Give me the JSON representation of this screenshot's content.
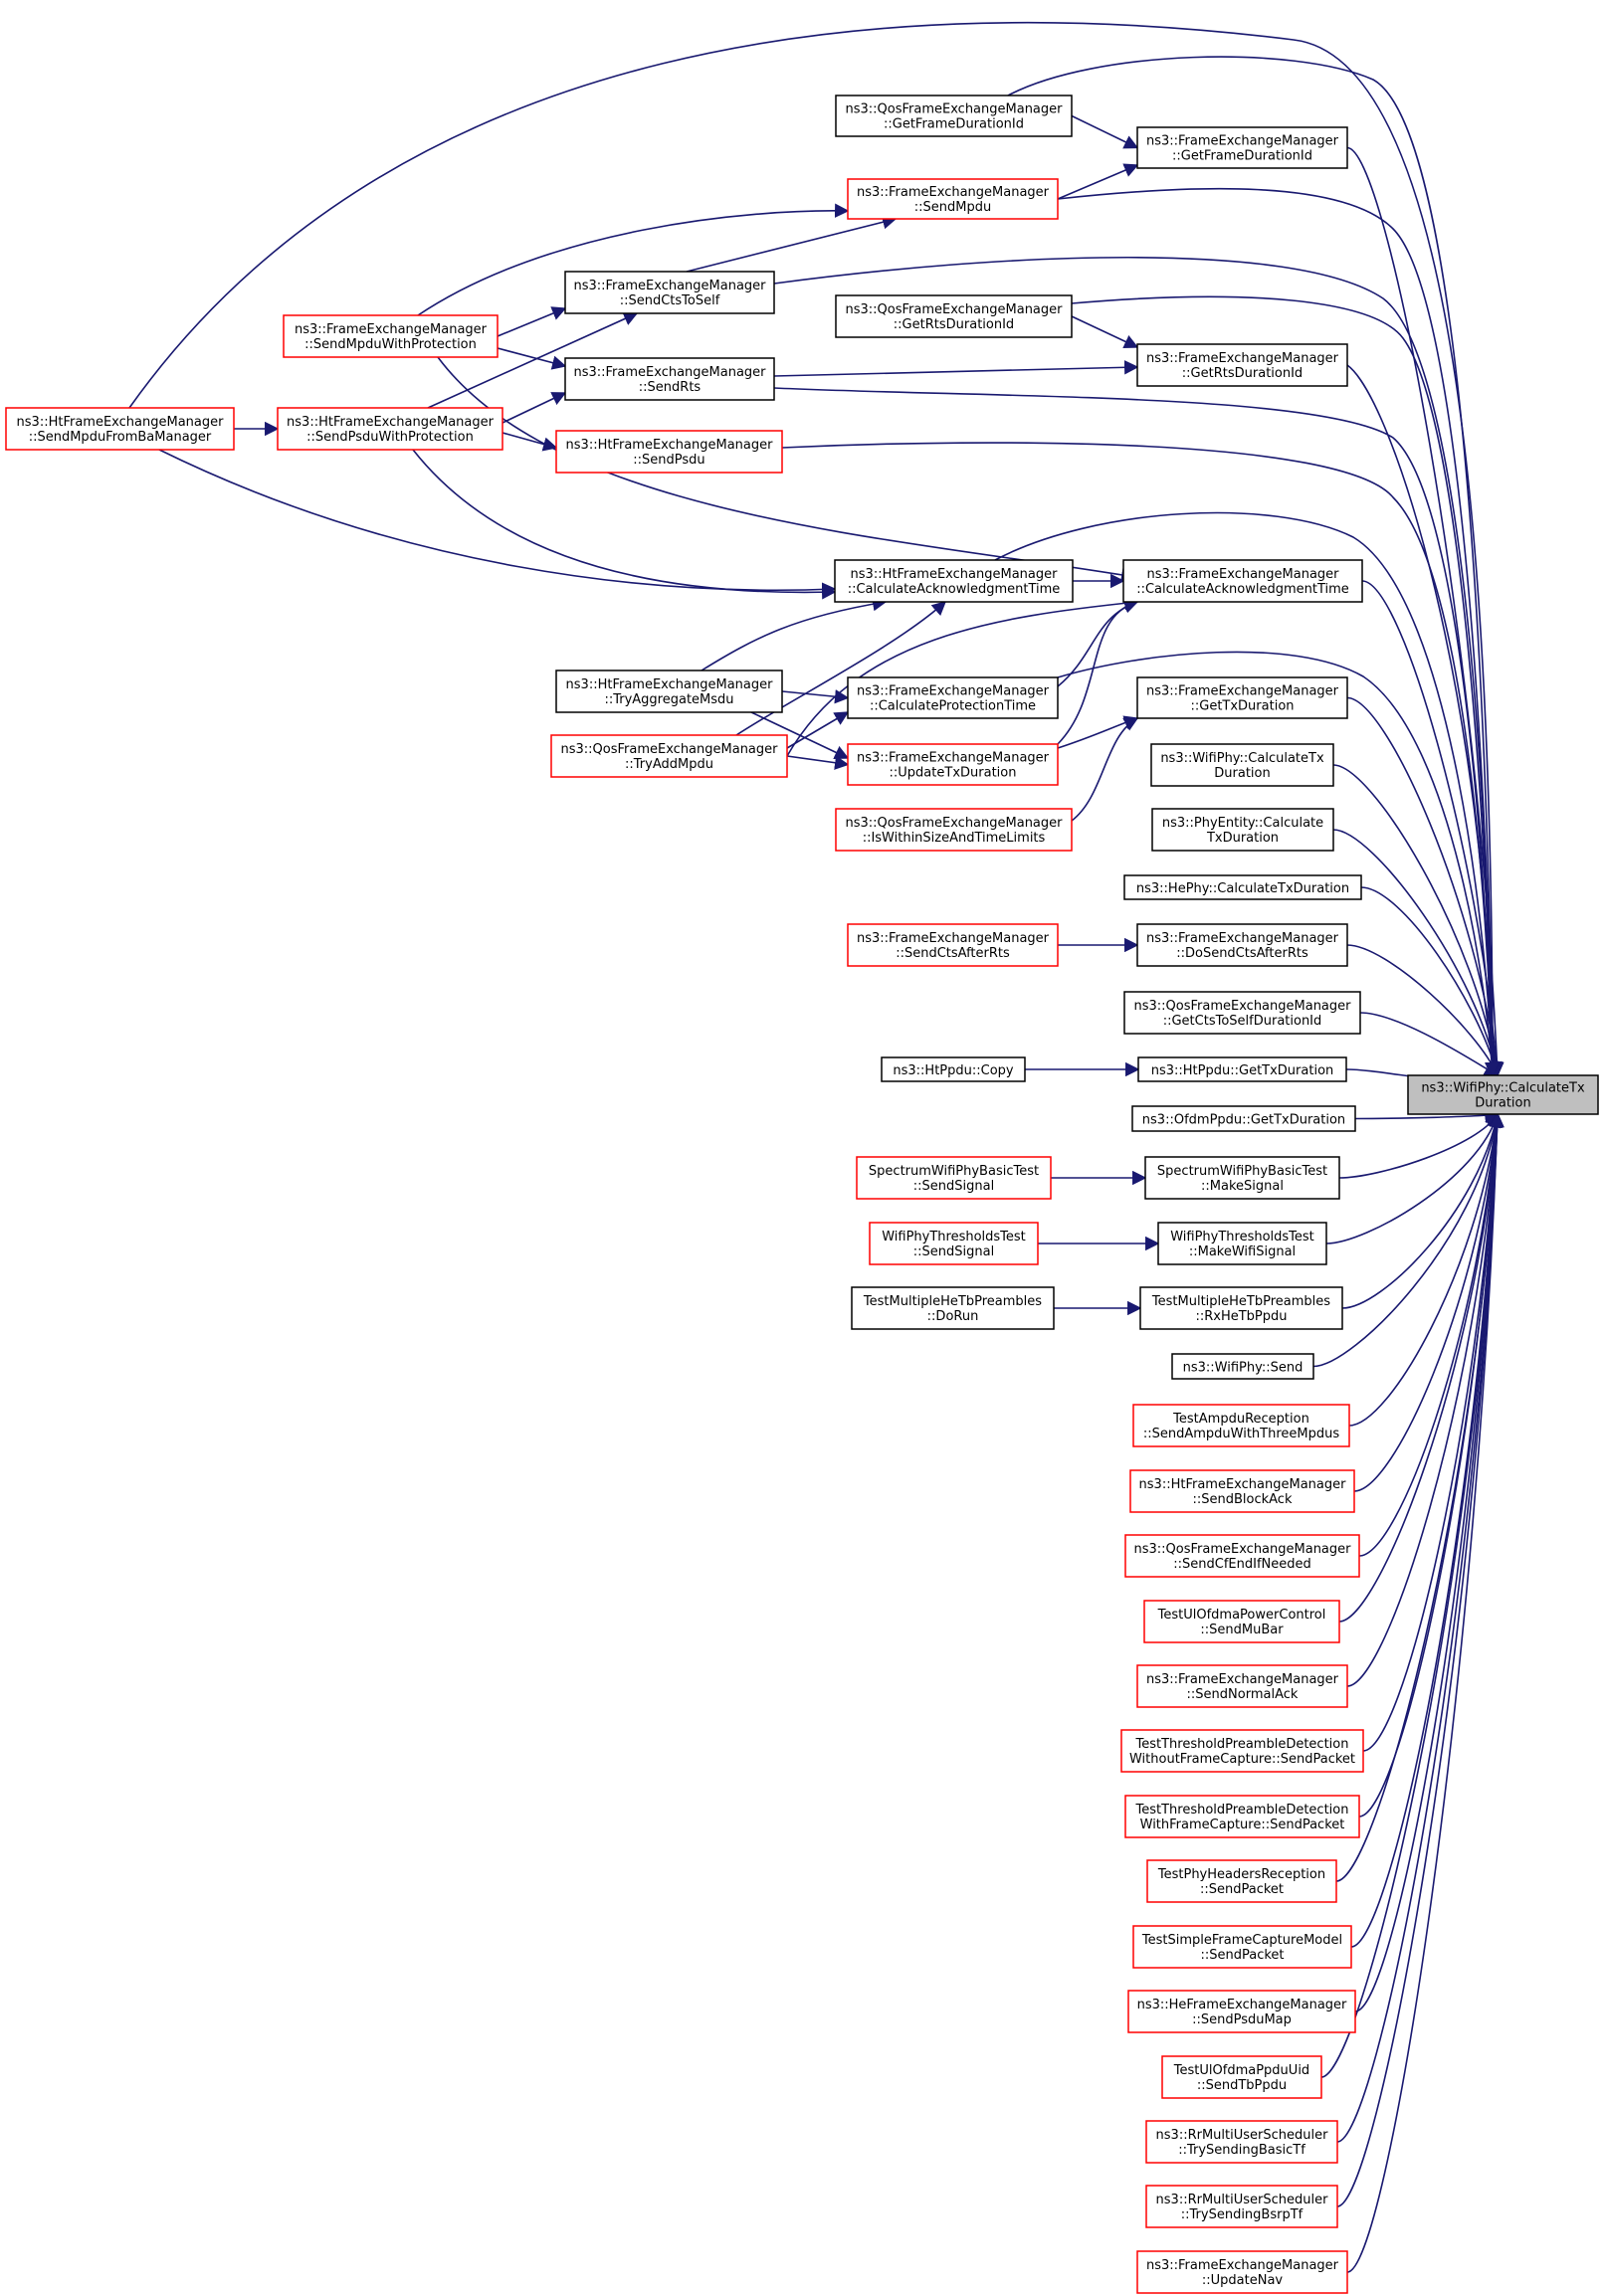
{
  "diagram": {
    "type": "call-graph",
    "colors": {
      "edge": "#191970",
      "border_default": "#000000",
      "border_truncated": "#ff0000",
      "root_fill": "#bfbfbf"
    },
    "nodes": [
      {
        "id": "root",
        "lines": [
          "ns3::WifiPhy::CalculateTx",
          "Duration"
        ],
        "style": "root"
      },
      {
        "id": "ht_fromba",
        "lines": [
          "ns3::HtFrameExchangeManager",
          "::SendMpduFromBaManager"
        ],
        "style": "red"
      },
      {
        "id": "fem_sendmpduprot",
        "lines": [
          "ns3::FrameExchangeManager",
          "::SendMpduWithProtection"
        ],
        "style": "red"
      },
      {
        "id": "ht_sendpsduprot",
        "lines": [
          "ns3::HtFrameExchangeManager",
          "::SendPsduWithProtection"
        ],
        "style": "red"
      },
      {
        "id": "fem_ctstoself",
        "lines": [
          "ns3::FrameExchangeManager",
          "::SendCtsToSelf"
        ],
        "style": "black"
      },
      {
        "id": "fem_sendrts",
        "lines": [
          "ns3::FrameExchangeManager",
          "::SendRts"
        ],
        "style": "black"
      },
      {
        "id": "ht_trymsdu",
        "lines": [
          "ns3::HtFrameExchangeManager",
          "::TryAggregateMsdu"
        ],
        "style": "black"
      },
      {
        "id": "qos_tryaddmpdu",
        "lines": [
          "ns3::QosFrameExchangeManager",
          "::TryAddMpdu"
        ],
        "style": "red"
      },
      {
        "id": "qos_getfdi",
        "lines": [
          "ns3::QosFrameExchangeManager",
          "::GetFrameDurationId"
        ],
        "style": "black"
      },
      {
        "id": "fem_sendmpdu",
        "lines": [
          "ns3::FrameExchangeManager",
          "::SendMpdu"
        ],
        "style": "red"
      },
      {
        "id": "qos_getrdi",
        "lines": [
          "ns3::QosFrameExchangeManager",
          "::GetRtsDurationId"
        ],
        "style": "black"
      },
      {
        "id": "ht_sendpsdu",
        "lines": [
          "ns3::HtFrameExchangeManager",
          "::SendPsdu"
        ],
        "style": "red"
      },
      {
        "id": "ht_calcack",
        "lines": [
          "ns3::HtFrameExchangeManager",
          "::CalculateAcknowledgmentTime"
        ],
        "style": "black"
      },
      {
        "id": "fem_calcprot",
        "lines": [
          "ns3::FrameExchangeManager",
          "::CalculateProtectionTime"
        ],
        "style": "black"
      },
      {
        "id": "fem_updatetx",
        "lines": [
          "ns3::FrameExchangeManager",
          "::UpdateTxDuration"
        ],
        "style": "red"
      },
      {
        "id": "qos_iswithin",
        "lines": [
          "ns3::QosFrameExchangeManager",
          "::IsWithinSizeAndTimeLimits"
        ],
        "style": "red"
      },
      {
        "id": "fem_sendctsafter",
        "lines": [
          "ns3::FrameExchangeManager",
          "::SendCtsAfterRts"
        ],
        "style": "red"
      },
      {
        "id": "htppdu_copy",
        "lines": [
          "ns3::HtPpdu::Copy"
        ],
        "style": "black"
      },
      {
        "id": "spec_sendsignal",
        "lines": [
          "SpectrumWifiPhyBasicTest",
          "::SendSignal"
        ],
        "style": "red"
      },
      {
        "id": "thr_sendsignal",
        "lines": [
          "WifiPhyThresholdsTest",
          "::SendSignal"
        ],
        "style": "red"
      },
      {
        "id": "tmhtp_dorun",
        "lines": [
          "TestMultipleHeTbPreambles",
          "::DoRun"
        ],
        "style": "black"
      },
      {
        "id": "fem_getfdi",
        "lines": [
          "ns3::FrameExchangeManager",
          "::GetFrameDurationId"
        ],
        "style": "black"
      },
      {
        "id": "fem_getrdi",
        "lines": [
          "ns3::FrameExchangeManager",
          "::GetRtsDurationId"
        ],
        "style": "black"
      },
      {
        "id": "fem_calcack",
        "lines": [
          "ns3::FrameExchangeManager",
          "::CalculateAcknowledgmentTime"
        ],
        "style": "black"
      },
      {
        "id": "fem_gettxdur",
        "lines": [
          "ns3::FrameExchangeManager",
          "::GetTxDuration"
        ],
        "style": "black"
      },
      {
        "id": "wifiphy_ctd",
        "lines": [
          "ns3::WifiPhy::CalculateTx",
          "Duration"
        ],
        "style": "black"
      },
      {
        "id": "phyentity_ctd",
        "lines": [
          "ns3::PhyEntity::Calculate",
          "TxDuration"
        ],
        "style": "black"
      },
      {
        "id": "hephy_ctd",
        "lines": [
          "ns3::HePhy::CalculateTxDuration"
        ],
        "style": "black"
      },
      {
        "id": "fem_dosendcts",
        "lines": [
          "ns3::FrameExchangeManager",
          "::DoSendCtsAfterRts"
        ],
        "style": "black"
      },
      {
        "id": "qos_getcts",
        "lines": [
          "ns3::QosFrameExchangeManager",
          "::GetCtsToSelfDurationId"
        ],
        "style": "black"
      },
      {
        "id": "htppdu_gettx",
        "lines": [
          "ns3::HtPpdu::GetTxDuration"
        ],
        "style": "black"
      },
      {
        "id": "ofdm_gettx",
        "lines": [
          "ns3::OfdmPpdu::GetTxDuration"
        ],
        "style": "black"
      },
      {
        "id": "spec_makesignal",
        "lines": [
          "SpectrumWifiPhyBasicTest",
          "::MakeSignal"
        ],
        "style": "black"
      },
      {
        "id": "thr_makewifi",
        "lines": [
          "WifiPhyThresholdsTest",
          "::MakeWifiSignal"
        ],
        "style": "black"
      },
      {
        "id": "tmhtp_rx",
        "lines": [
          "TestMultipleHeTbPreambles",
          "::RxHeTbPpdu"
        ],
        "style": "black"
      },
      {
        "id": "wifiphy_send",
        "lines": [
          "ns3::WifiPhy::Send"
        ],
        "style": "black"
      },
      {
        "id": "tar_send3",
        "lines": [
          "TestAmpduReception",
          "::SendAmpduWithThreeMpdus"
        ],
        "style": "red"
      },
      {
        "id": "ht_sendback",
        "lines": [
          "ns3::HtFrameExchangeManager",
          "::SendBlockAck"
        ],
        "style": "red"
      },
      {
        "id": "qos_sendcfend",
        "lines": [
          "ns3::QosFrameExchangeManager",
          "::SendCfEndIfNeeded"
        ],
        "style": "red"
      },
      {
        "id": "tulofdma_mubar",
        "lines": [
          "TestUlOfdmaPowerControl",
          "::SendMuBar"
        ],
        "style": "red"
      },
      {
        "id": "fem_sendnormack",
        "lines": [
          "ns3::FrameExchangeManager",
          "::SendNormalAck"
        ],
        "style": "red"
      },
      {
        "id": "ttpd_without",
        "lines": [
          "TestThresholdPreambleDetection",
          "WithoutFrameCapture::SendPacket"
        ],
        "style": "red"
      },
      {
        "id": "ttpd_with",
        "lines": [
          "TestThresholdPreambleDetection",
          "WithFrameCapture::SendPacket"
        ],
        "style": "red"
      },
      {
        "id": "tphr_send",
        "lines": [
          "TestPhyHeadersReception",
          "::SendPacket"
        ],
        "style": "red"
      },
      {
        "id": "tsfcm_send",
        "lines": [
          "TestSimpleFrameCaptureModel",
          "::SendPacket"
        ],
        "style": "red"
      },
      {
        "id": "he_sendpsdumap",
        "lines": [
          "ns3::HeFrameExchangeManager",
          "::SendPsduMap"
        ],
        "style": "red"
      },
      {
        "id": "tulppdu_sendtb",
        "lines": [
          "TestUlOfdmaPpduUid",
          "::SendTbPpdu"
        ],
        "style": "red"
      },
      {
        "id": "rr_basic",
        "lines": [
          "ns3::RrMultiUserScheduler",
          "::TrySendingBasicTf"
        ],
        "style": "red"
      },
      {
        "id": "rr_bsrp",
        "lines": [
          "ns3::RrMultiUserScheduler",
          "::TrySendingBsrpTf"
        ],
        "style": "red"
      },
      {
        "id": "fem_updatenav",
        "lines": [
          "ns3::FrameExchangeManager",
          "::UpdateNav"
        ],
        "style": "red"
      }
    ]
  }
}
